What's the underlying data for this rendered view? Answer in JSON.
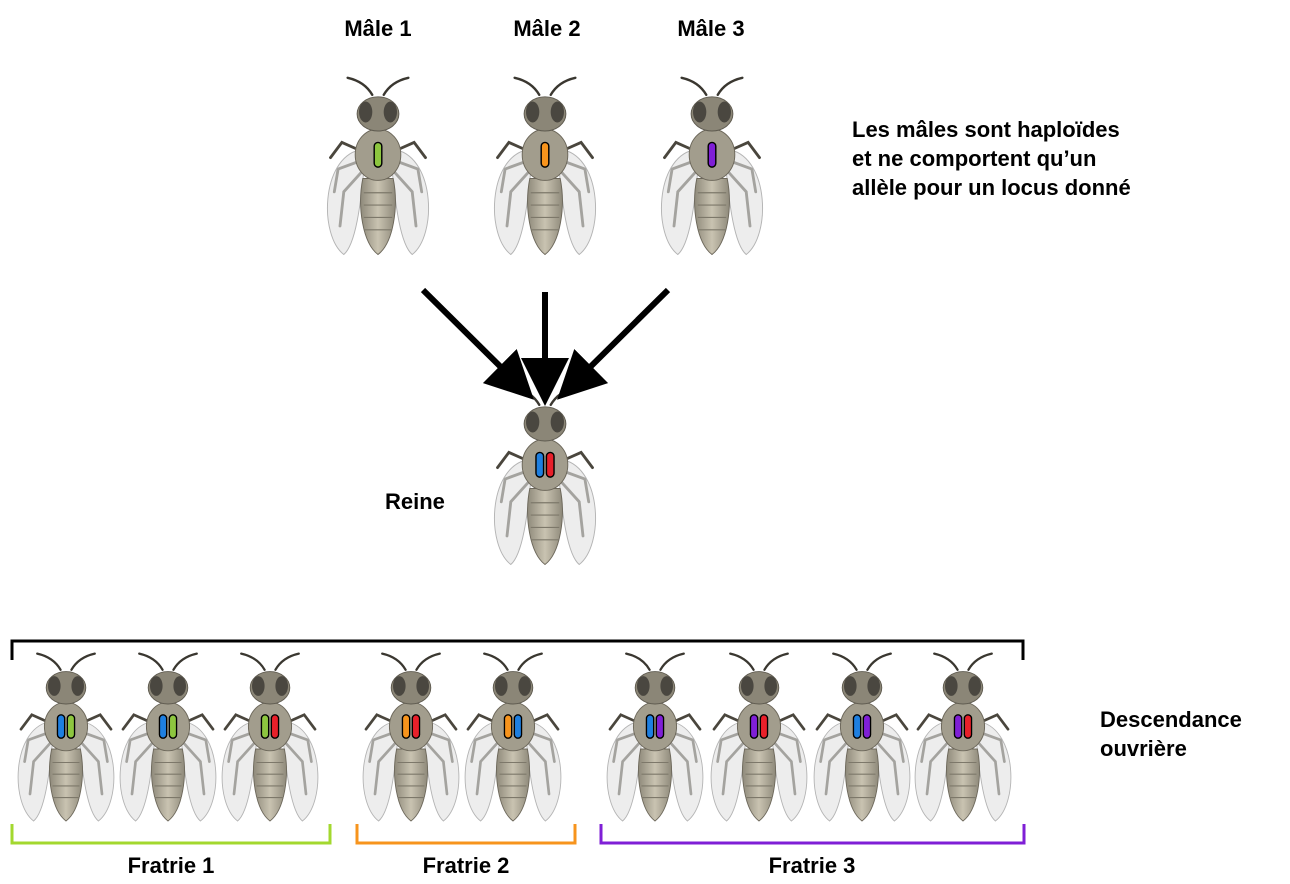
{
  "males": [
    {
      "label": "Mâle 1",
      "allele_color": "#8dc63f"
    },
    {
      "label": "Mâle 2",
      "allele_color": "#f7941d"
    },
    {
      "label": "Mâle 3",
      "allele_color": "#7f1fd6"
    }
  ],
  "male_note": "Les mâles sont haploïdes\net ne comportent qu’un\nallèle pour un locus donné",
  "queen": {
    "label": "Reine",
    "alleles": [
      "#1e7fe0",
      "#e8202a"
    ]
  },
  "offspring_label": "Descendance\nouvrière",
  "fratries": [
    {
      "label": "Fratrie 1",
      "color": "#a3d82f",
      "workers": [
        [
          "#1e7fe0",
          "#8dc63f"
        ],
        [
          "#1e7fe0",
          "#8dc63f"
        ],
        [
          "#8dc63f",
          "#e8202a"
        ]
      ]
    },
    {
      "label": "Fratrie 2",
      "color": "#f7941d",
      "workers": [
        [
          "#f7941d",
          "#e8202a"
        ],
        [
          "#f7941d",
          "#1e7fe0"
        ]
      ]
    },
    {
      "label": "Fratrie 3",
      "color": "#7f1fd6",
      "workers": [
        [
          "#1e7fe0",
          "#7f1fd6"
        ],
        [
          "#7f1fd6",
          "#e8202a"
        ],
        [
          "#1e7fe0",
          "#7f1fd6"
        ],
        [
          "#7f1fd6",
          "#e8202a"
        ]
      ]
    }
  ]
}
